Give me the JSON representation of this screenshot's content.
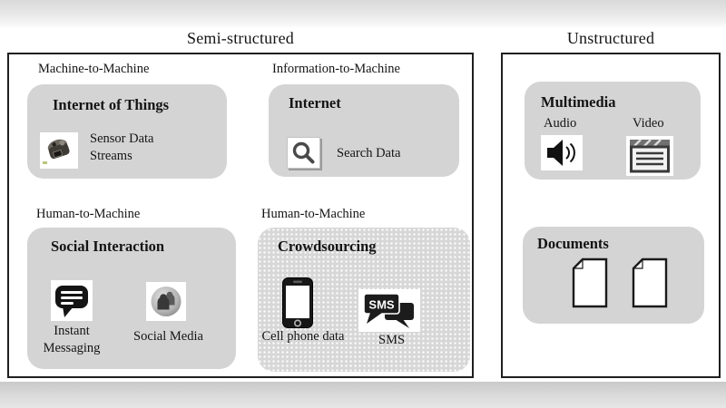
{
  "colors": {
    "card_gray": "#d4d4d4",
    "box_border": "#1f1f1f",
    "text": "#141414",
    "band_gray": "#d9d9d9"
  },
  "headings": {
    "semi": "Semi-structured",
    "unstructured": "Unstructured"
  },
  "semi": {
    "labels": {
      "m2m": "Machine-to-Machine",
      "i2m": "Information-to-Machine",
      "h2m_left": "Human-to-Machine",
      "h2m_mid": "Human-to-Machine"
    },
    "iot": {
      "title": "Internet of Things",
      "sensor_label": "Sensor Data Streams"
    },
    "internet": {
      "title": "Internet",
      "search_label": "Search Data"
    },
    "social": {
      "title": "Social Interaction",
      "im_label": "Instant Messaging",
      "sm_label": "Social Media"
    },
    "crowd": {
      "title": "Crowdsourcing",
      "phone_label": "Cell phone data",
      "sms_label": "SMS",
      "sms_icon_text": "SMS"
    }
  },
  "unstructured": {
    "multimedia": {
      "title": "Multimedia",
      "audio_label": "Audio",
      "video_label": "Video"
    },
    "documents": {
      "title": "Documents"
    }
  }
}
